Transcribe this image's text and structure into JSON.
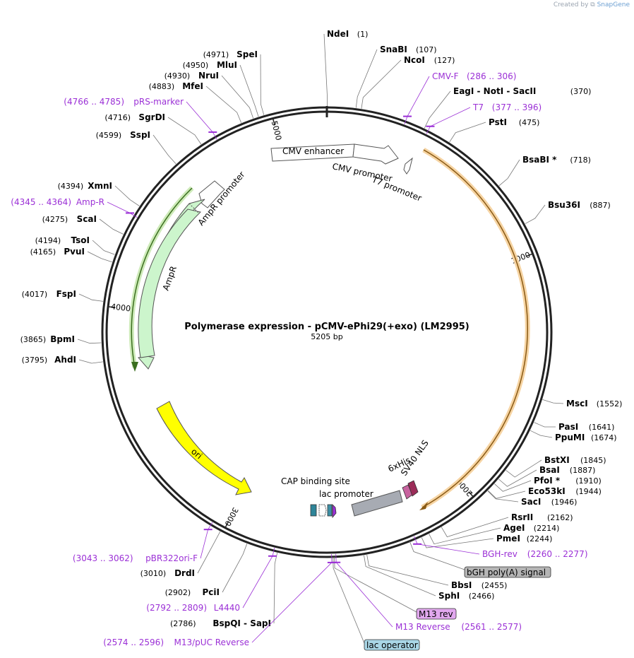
{
  "header": {
    "created_by": "Created by",
    "brand": "SnapGene"
  },
  "plasmid": {
    "title": "Polymerase expression - pCMV-ePhi29(+exo) (LM2995)",
    "size_label": "5205 bp",
    "length": 5205
  },
  "ticks": [
    {
      "label": "1000",
      "pos": 1000
    },
    {
      "label": "2000",
      "pos": 2000
    },
    {
      "label": "3000",
      "pos": 3000
    },
    {
      "label": "4000",
      "pos": 4000
    },
    {
      "label": "5000",
      "pos": 5000
    }
  ],
  "enzymes": [
    {
      "name": "NdeI",
      "pos": "(1)",
      "site": 1
    },
    {
      "name": "SnaBI",
      "pos": "(107)",
      "site": 107
    },
    {
      "name": "NcoI",
      "pos": "(127)",
      "site": 127
    },
    {
      "name": "EagI - NotI - SacII",
      "pos": "(370)",
      "site": 370
    },
    {
      "name": "PstI",
      "pos": "(475)",
      "site": 475
    },
    {
      "name": "BsaBI *",
      "pos": "(718)",
      "site": 718
    },
    {
      "name": "Bsu36I",
      "pos": "(887)",
      "site": 887
    },
    {
      "name": "MscI",
      "pos": "(1552)",
      "site": 1552
    },
    {
      "name": "PasI",
      "pos": "(1641)",
      "site": 1641
    },
    {
      "name": "PpuMI",
      "pos": "(1674)",
      "site": 1674
    },
    {
      "name": "BstXI",
      "pos": "(1845)",
      "site": 1845
    },
    {
      "name": "BsaI",
      "pos": "(1887)",
      "site": 1887
    },
    {
      "name": "PfoI *",
      "pos": "(1910)",
      "site": 1910
    },
    {
      "name": "Eco53kI",
      "pos": "(1944)",
      "site": 1944
    },
    {
      "name": "SacI",
      "pos": "(1946)",
      "site": 1946
    },
    {
      "name": "RsrII",
      "pos": "(2162)",
      "site": 2162
    },
    {
      "name": "AgeI",
      "pos": "(2214)",
      "site": 2214
    },
    {
      "name": "PmeI",
      "pos": "(2244)",
      "site": 2244
    },
    {
      "name": "BbsI",
      "pos": "(2455)",
      "site": 2455
    },
    {
      "name": "SphI",
      "pos": "(2466)",
      "site": 2466
    },
    {
      "name": "BspQI - SapI",
      "pos": "(2786)",
      "site": 2786
    },
    {
      "name": "PciI",
      "pos": "(2902)",
      "site": 2902
    },
    {
      "name": "DrdI",
      "pos": "(3010)",
      "site": 3010
    },
    {
      "name": "AhdI",
      "pos": "(3795)",
      "site": 3795
    },
    {
      "name": "BpmI",
      "pos": "(3865)",
      "site": 3865
    },
    {
      "name": "FspI",
      "pos": "(4017)",
      "site": 4017
    },
    {
      "name": "PvuI",
      "pos": "(4165)",
      "site": 4165
    },
    {
      "name": "TsoI",
      "pos": "(4194)",
      "site": 4194
    },
    {
      "name": "ScaI",
      "pos": "(4275)",
      "site": 4275
    },
    {
      "name": "XmnI",
      "pos": "(4394)",
      "site": 4394
    },
    {
      "name": "SspI",
      "pos": "(4599)",
      "site": 4599
    },
    {
      "name": "SgrDI",
      "pos": "(4716)",
      "site": 4716
    },
    {
      "name": "MfeI",
      "pos": "(4883)",
      "site": 4883
    },
    {
      "name": "NruI",
      "pos": "(4930)",
      "site": 4930
    },
    {
      "name": "MluI",
      "pos": "(4950)",
      "site": 4950
    },
    {
      "name": "SpeI",
      "pos": "(4971)",
      "site": 4971
    }
  ],
  "primers": [
    {
      "name": "CMV-F",
      "range": "(286 .. 306)",
      "site": 296
    },
    {
      "name": "T7",
      "range": "(377 .. 396)",
      "site": 386
    },
    {
      "name": "BGH-rev",
      "range": "(2260 .. 2277)",
      "site": 2268
    },
    {
      "name": "M13 Reverse",
      "range": "(2561 .. 2577)",
      "site": 2569
    },
    {
      "name": "M13/pUC Reverse",
      "range": "(2574 .. 2596)",
      "site": 2585
    },
    {
      "name": "L4440",
      "range": "(2792 .. 2809)",
      "site": 2800
    },
    {
      "name": "pBR322ori-F",
      "range": "(3043 .. 3062)",
      "site": 3052
    },
    {
      "name": "Amp-R",
      "range": "(4345 .. 4364)",
      "site": 4354
    },
    {
      "name": "pRS-marker",
      "range": "(4766 .. 4785)",
      "site": 4775
    }
  ],
  "boxed_features": [
    {
      "name": "bGH poly(A) signal",
      "color": "#b5b5b5"
    },
    {
      "name": "M13 rev",
      "color": "#e2a8ef"
    },
    {
      "name": "lac operator",
      "color": "#a9d6e6"
    }
  ],
  "features": [
    {
      "name": "CMV enhancer",
      "color": "#ffffff"
    },
    {
      "name": "CMV promoter",
      "color": "#ffffff"
    },
    {
      "name": "T7 promoter",
      "color": "#ffffff"
    },
    {
      "name": "AmpR promoter",
      "color": "#ffffff"
    },
    {
      "name": "AmpR",
      "color": "#ccf5cc"
    },
    {
      "name": "ori",
      "color": "#ffff00"
    },
    {
      "name": "CAP binding site",
      "color": "#2e8599"
    },
    {
      "name": "lac promoter",
      "color": "#ffffff"
    },
    {
      "name": "6xHis",
      "color": "#c8639f"
    },
    {
      "name": "SV40 NLS",
      "color": "#9b2c58"
    }
  ],
  "colors": {
    "primer": "#9b30d6",
    "orf_phi29": "#e8a54c",
    "orf_ampr": "#6aa84f",
    "backbone": "#222222"
  }
}
